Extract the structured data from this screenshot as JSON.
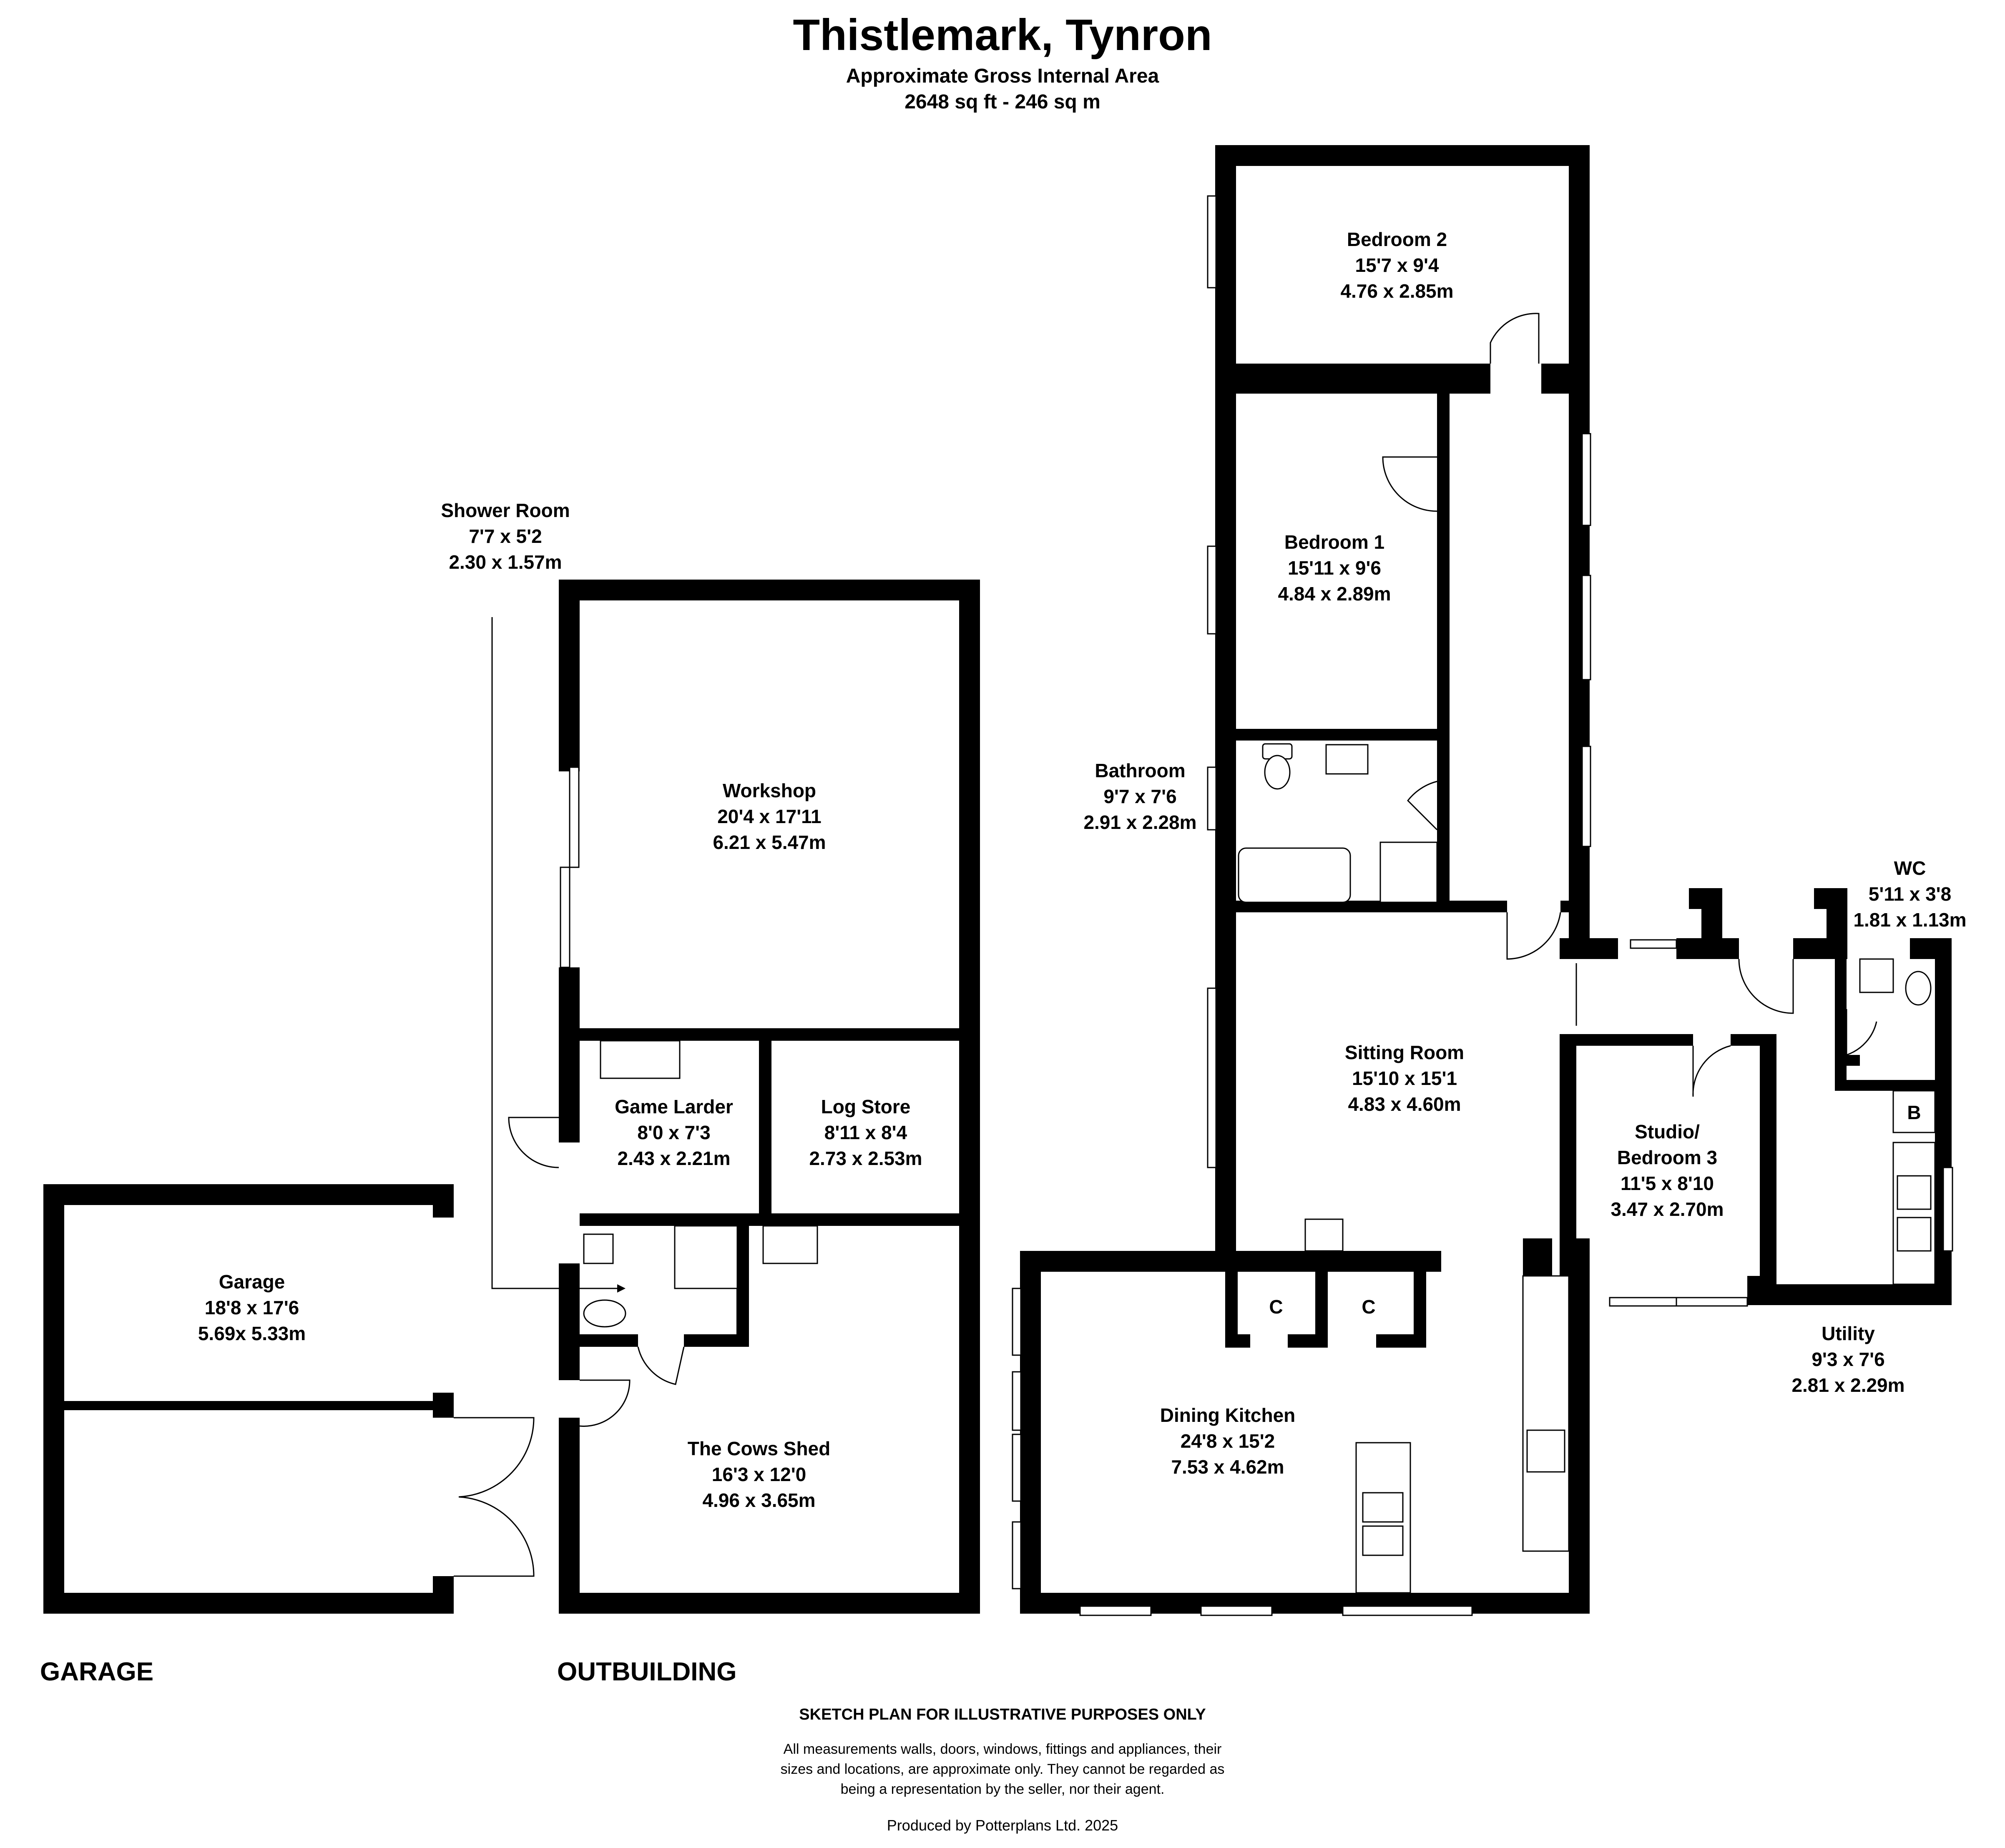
{
  "header": {
    "title": "Thistlemark, Tynron",
    "subtitle": "Approximate Gross Internal Area",
    "area": "2648 sq ft - 246 sq m"
  },
  "rooms": {
    "bedroom2": {
      "name": "Bedroom 2",
      "imperial": "15'7 x 9'4",
      "metric": "4.76 x 2.85m"
    },
    "bedroom1": {
      "name": "Bedroom 1",
      "imperial": "15'11 x 9'6",
      "metric": "4.84 x 2.89m"
    },
    "bathroom": {
      "name": "Bathroom",
      "imperial": "9'7 x 7'6",
      "metric": "2.91 x 2.28m"
    },
    "sitting": {
      "name": "Sitting Room",
      "imperial": "15'10 x 15'1",
      "metric": "4.83 x 4.60m"
    },
    "wc": {
      "name": "WC",
      "imperial": "5'11 x 3'8",
      "metric": "1.81 x 1.13m"
    },
    "studio": {
      "name": "Studio/",
      "name2": "Bedroom 3",
      "imperial": "11'5 x 8'10",
      "metric": "3.47 x 2.70m"
    },
    "utility": {
      "name": "Utility",
      "imperial": "9'3 x 7'6",
      "metric": "2.81 x 2.29m"
    },
    "kitchen": {
      "name": "Dining Kitchen",
      "imperial": "24'8 x 15'2",
      "metric": "7.53 x 4.62m"
    },
    "workshop": {
      "name": "Workshop",
      "imperial": "20'4 x 17'11",
      "metric": "6.21 x 5.47m"
    },
    "shower": {
      "name": "Shower Room",
      "imperial": "7'7 x 5'2",
      "metric": "2.30 x 1.57m"
    },
    "larder": {
      "name": "Game Larder",
      "imperial": "8'0 x 7'3",
      "metric": "2.43 x 2.21m"
    },
    "logstore": {
      "name": "Log Store",
      "imperial": "8'11 x 8'4",
      "metric": "2.73 x 2.53m"
    },
    "cowshed": {
      "name": "The Cows Shed",
      "imperial": "16'3 x 12'0",
      "metric": "4.96 x 3.65m"
    },
    "garage": {
      "name": "Garage",
      "imperial": "18'8 x 17'6",
      "metric": "5.69x 5.33m"
    }
  },
  "markers": {
    "cupboard": "C",
    "boiler": "B"
  },
  "sections": {
    "garage": "GARAGE",
    "outbuilding": "OUTBUILDING"
  },
  "footer": {
    "heading": "SKETCH PLAN FOR ILLUSTRATIVE PURPOSES ONLY",
    "line1": "All measurements walls, doors, windows, fittings and appliances, their",
    "line2": "sizes and locations, are approximate only. They cannot be regarded as",
    "line3": "being a representation by the seller, nor their agent.",
    "credit": "Produced by Potterplans Ltd. 2025"
  }
}
